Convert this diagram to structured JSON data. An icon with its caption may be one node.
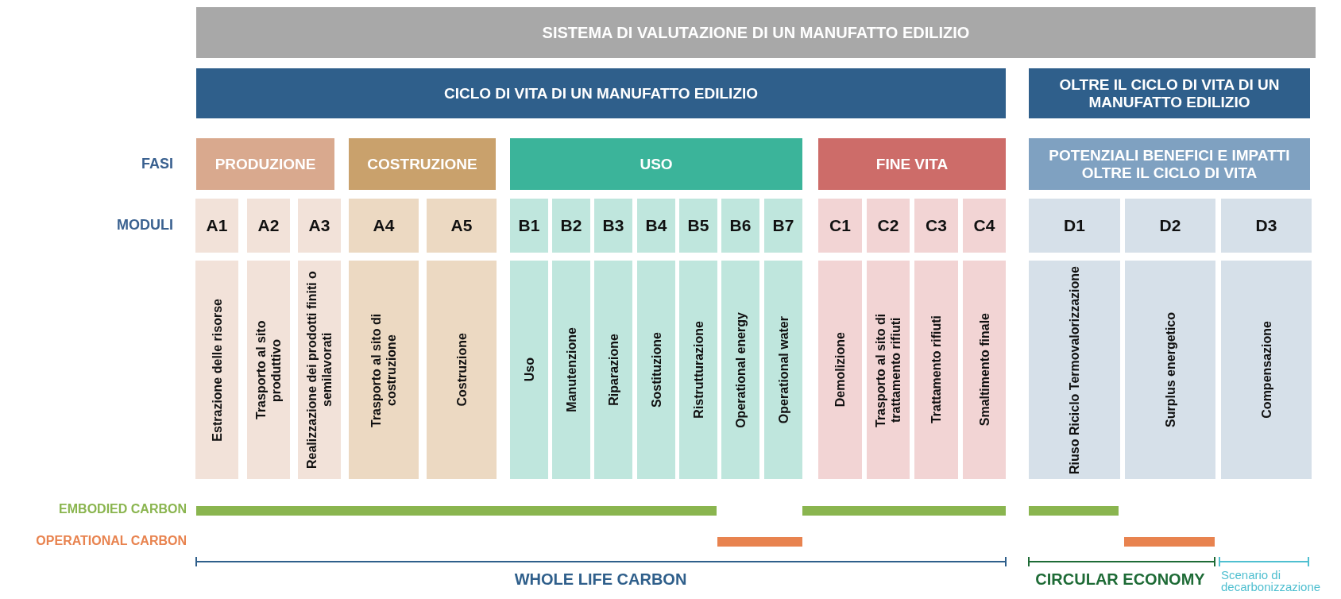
{
  "diagram": {
    "nodes": [
      {
        "text": [
          "SISTEMA DI VALUTAZIONE DI UN MANUFATTO EDILIZIO"
        ]
      },
      {
        "text": [
          "CICLO DI VITA DI UN MANUFATTO EDILIZIO"
        ]
      },
      {
        "text": [
          "OLTRE IL CICLO DI VITA DI UN MANUFATTO EDILIZIO"
        ]
      },
      {
        "text": [
          "PRODUZIONE"
        ]
      },
      {
        "text": [
          "COSTRUZIONE"
        ]
      },
      {
        "text": [
          "USO"
        ]
      },
      {
        "text": [
          "FINE VITA"
        ]
      },
      {
        "text": [
          "POTENZIALI BENEFICI E IMPATTI OLTRE IL CICLO DI VITA"
        ]
      },
      {
        "text": [
          "A1"
        ]
      },
      {
        "text": [
          "A2"
        ]
      },
      {
        "text": [
          "A3"
        ]
      },
      {
        "text": [
          "A4"
        ]
      },
      {
        "text": [
          "A5"
        ]
      },
      {
        "text": [
          "B1"
        ]
      },
      {
        "text": [
          "B2"
        ]
      },
      {
        "text": [
          "B3"
        ]
      },
      {
        "text": [
          "B4"
        ]
      },
      {
        "text": [
          "B5"
        ]
      },
      {
        "text": [
          "B6"
        ]
      },
      {
        "text": [
          "B7"
        ]
      },
      {
        "text": [
          "C1"
        ]
      },
      {
        "text": [
          "C2"
        ]
      },
      {
        "text": [
          "C3"
        ]
      },
      {
        "text": [
          "C4"
        ]
      },
      {
        "text": [
          "D1"
        ]
      },
      {
        "text": [
          "D2"
        ]
      },
      {
        "text": [
          "D3"
        ]
      },
      {
        "text": [
          "Estrazione delle risorse"
        ]
      },
      {
        "text": [
          "Trasporto al sito produttivo"
        ]
      },
      {
        "text": [
          "Realizzazione dei prodotti finiti o semilavorati"
        ]
      },
      {
        "text": [
          "Trasporto al sito di costruzione"
        ]
      },
      {
        "text": [
          "Costruzione"
        ]
      },
      {
        "text": [
          "Uso"
        ]
      },
      {
        "text": [
          "Manutenzione"
        ]
      },
      {
        "text": [
          "Riparazione"
        ]
      },
      {
        "text": [
          "Sostituzione"
        ]
      },
      {
        "text": [
          "Ristrutturazione"
        ]
      },
      {
        "text": [
          "Operational energy"
        ]
      },
      {
        "text": [
          "Operational water"
        ]
      },
      {
        "text": [
          "Demolizione"
        ]
      },
      {
        "text": [
          "Trasporto al sito di trattamento rifiuti"
        ]
      },
      {
        "text": [
          "Trattamento rifiuti"
        ]
      },
      {
        "text": [
          "Smaltimento finale"
        ]
      },
      {
        "text": [
          "Riuso Riciclo Termovalorizzazione"
        ]
      },
      {
        "text": [
          "Surplus energetico"
        ]
      },
      {
        "text": [
          "Compensazione"
        ]
      }
    ],
    "labels": [
      "FASI",
      "MODULI",
      "EMBODIED CARBON",
      "OPERATIONAL CARBON",
      "WHOLE LIFE CARBON",
      "CIRCULAR ECONOMY",
      "Scenario di decarbonizzazione"
    ]
  }
}
